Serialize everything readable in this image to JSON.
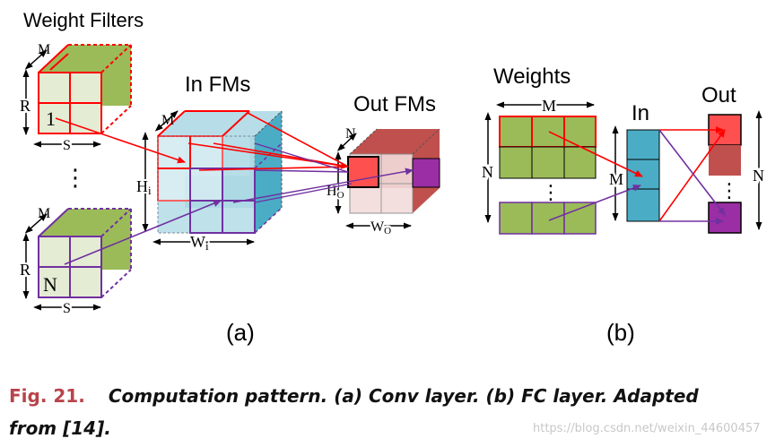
{
  "labels": {
    "weight_filters": "Weight Filters",
    "in_fms": "In FMs",
    "out_fms": "Out FMs",
    "weights": "Weights",
    "in": "In",
    "out": "Out",
    "panel_a": "(a)",
    "panel_b": "(b)",
    "dim_M": "M",
    "dim_R": "R",
    "dim_S": "S",
    "dim_N": "N",
    "dim_Hi": "H",
    "dim_Hi_sub": "i",
    "dim_Wi": "W",
    "dim_Wi_sub": "i",
    "dim_Ho": "H",
    "dim_Ho_sub": "O",
    "dim_Wo": "W",
    "dim_Wo_sub": "O",
    "filter_1": "1",
    "filter_N": "N",
    "dots": "⋮"
  },
  "caption": {
    "fig_label": "Fig. 21.",
    "text_line1": "Computation pattern. (a) Conv layer. (b) FC layer. Adapted",
    "text_line2": "from [14]."
  },
  "watermark": "https://blog.csdn.net/weixin_44600457",
  "colors": {
    "green": "#9bbb59",
    "green_light": "#e4ecd4",
    "cyan": "#4bacc6",
    "cyan_light": "#b7dee8",
    "red": "#ff0000",
    "red_fill": "#ff5050",
    "dark_red": "#c0504d",
    "purple": "#7030a0",
    "purple_fill": "#9b2ea5",
    "caption_fig": "#b8444b"
  }
}
